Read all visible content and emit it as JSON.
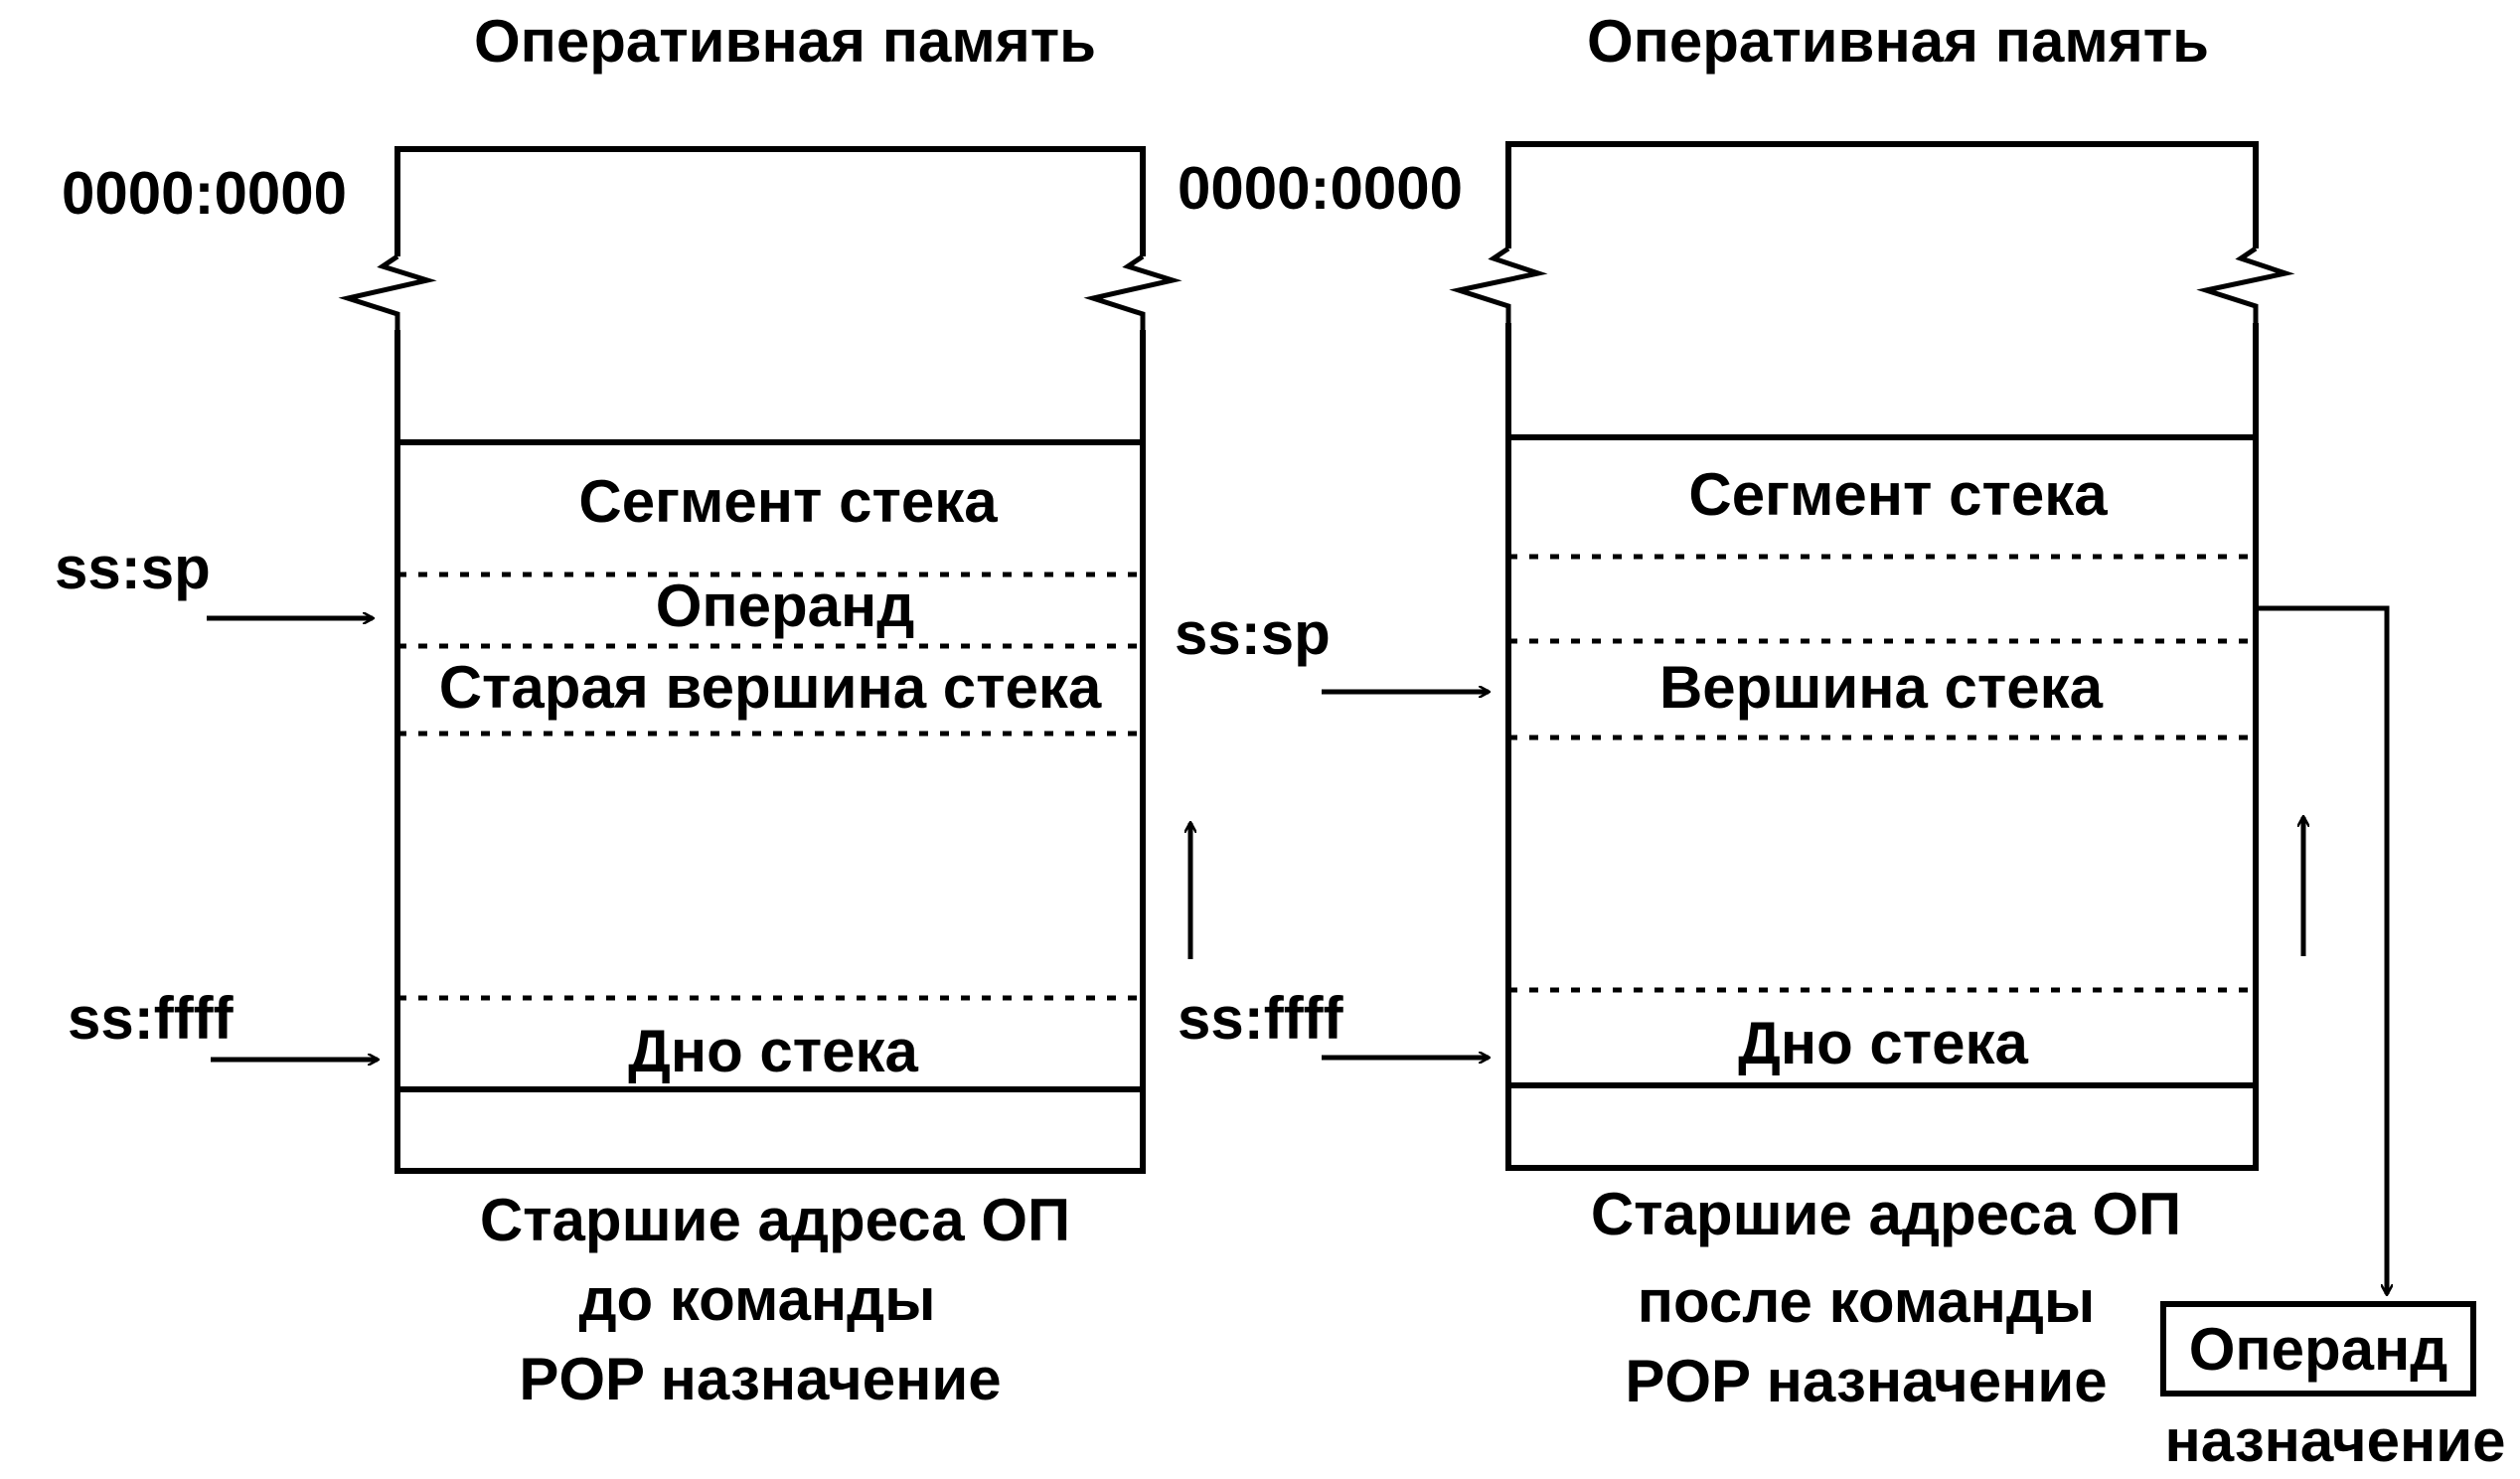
{
  "left": {
    "title": "Оперативная память",
    "address_top": "0000:0000",
    "segment_label": "Сегмент стека",
    "operand_label": "Операнд",
    "old_top_label": "Старая вершина стека",
    "bottom_label": "Дно стека",
    "pointer_sp": "ss:sp",
    "pointer_ffff": "ss:ffff",
    "caption": [
      "Старшие адреса  ОП",
      "до команды",
      "POP  назначение"
    ]
  },
  "right": {
    "title": "Оперативная память",
    "address_top": "0000:0000",
    "segment_label": "Сегмент стека",
    "top_label": "Вершина стека",
    "bottom_label": "Дно стека",
    "pointer_sp": "ss:sp",
    "pointer_ffff": "ss:ffff",
    "caption": [
      "Старшие адреса  ОП",
      "после команды",
      "POP  назначение"
    ]
  },
  "destination": {
    "box_label": "Операнд",
    "caption": "назначение"
  }
}
